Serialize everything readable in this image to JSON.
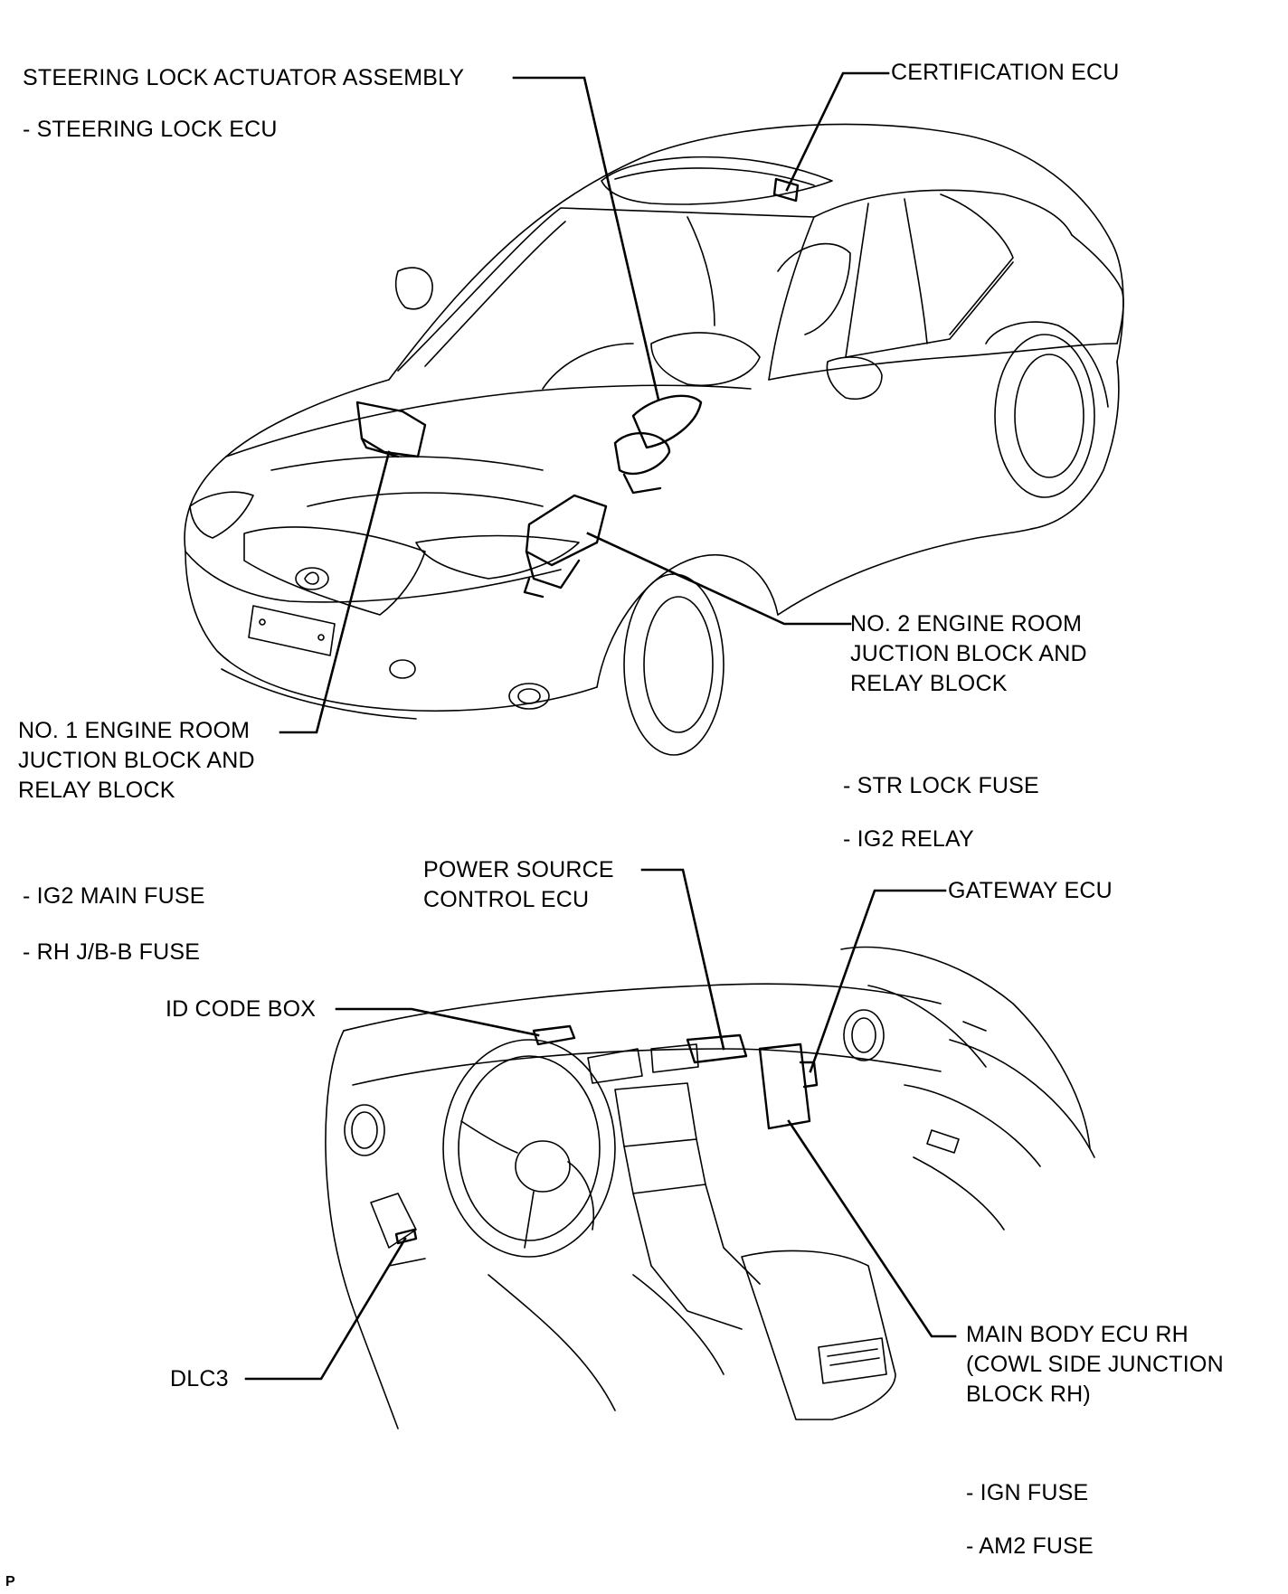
{
  "labels": {
    "steering_lock_actuator": "STEERING LOCK ACTUATOR ASSEMBLY",
    "steering_lock_ecu": "- STEERING LOCK ECU",
    "certification_ecu": "CERTIFICATION ECU",
    "no2_er_jb": "NO. 2 ENGINE ROOM\nJUCTION BLOCK AND\nRELAY BLOCK",
    "no1_er_jb": "NO. 1 ENGINE ROOM\nJUCTION BLOCK AND\nRELAY BLOCK",
    "str_lock_fuse": "- STR LOCK FUSE",
    "ig2_relay": "- IG2 RELAY",
    "ig2_main_fuse": "- IG2 MAIN FUSE",
    "rh_jb_b_fuse": "- RH J/B-B FUSE",
    "power_source_ecu": "POWER SOURCE\nCONTROL ECU",
    "gateway_ecu": "GATEWAY ECU",
    "id_code_box": "ID CODE BOX",
    "dlc3": "DLC3",
    "main_body_ecu": "MAIN BODY ECU RH\n(COWL SIDE JUNCTION\nBLOCK RH)",
    "ign_fuse": "- IGN FUSE",
    "am2_fuse": "- AM2 FUSE",
    "corner_mark": "P"
  }
}
